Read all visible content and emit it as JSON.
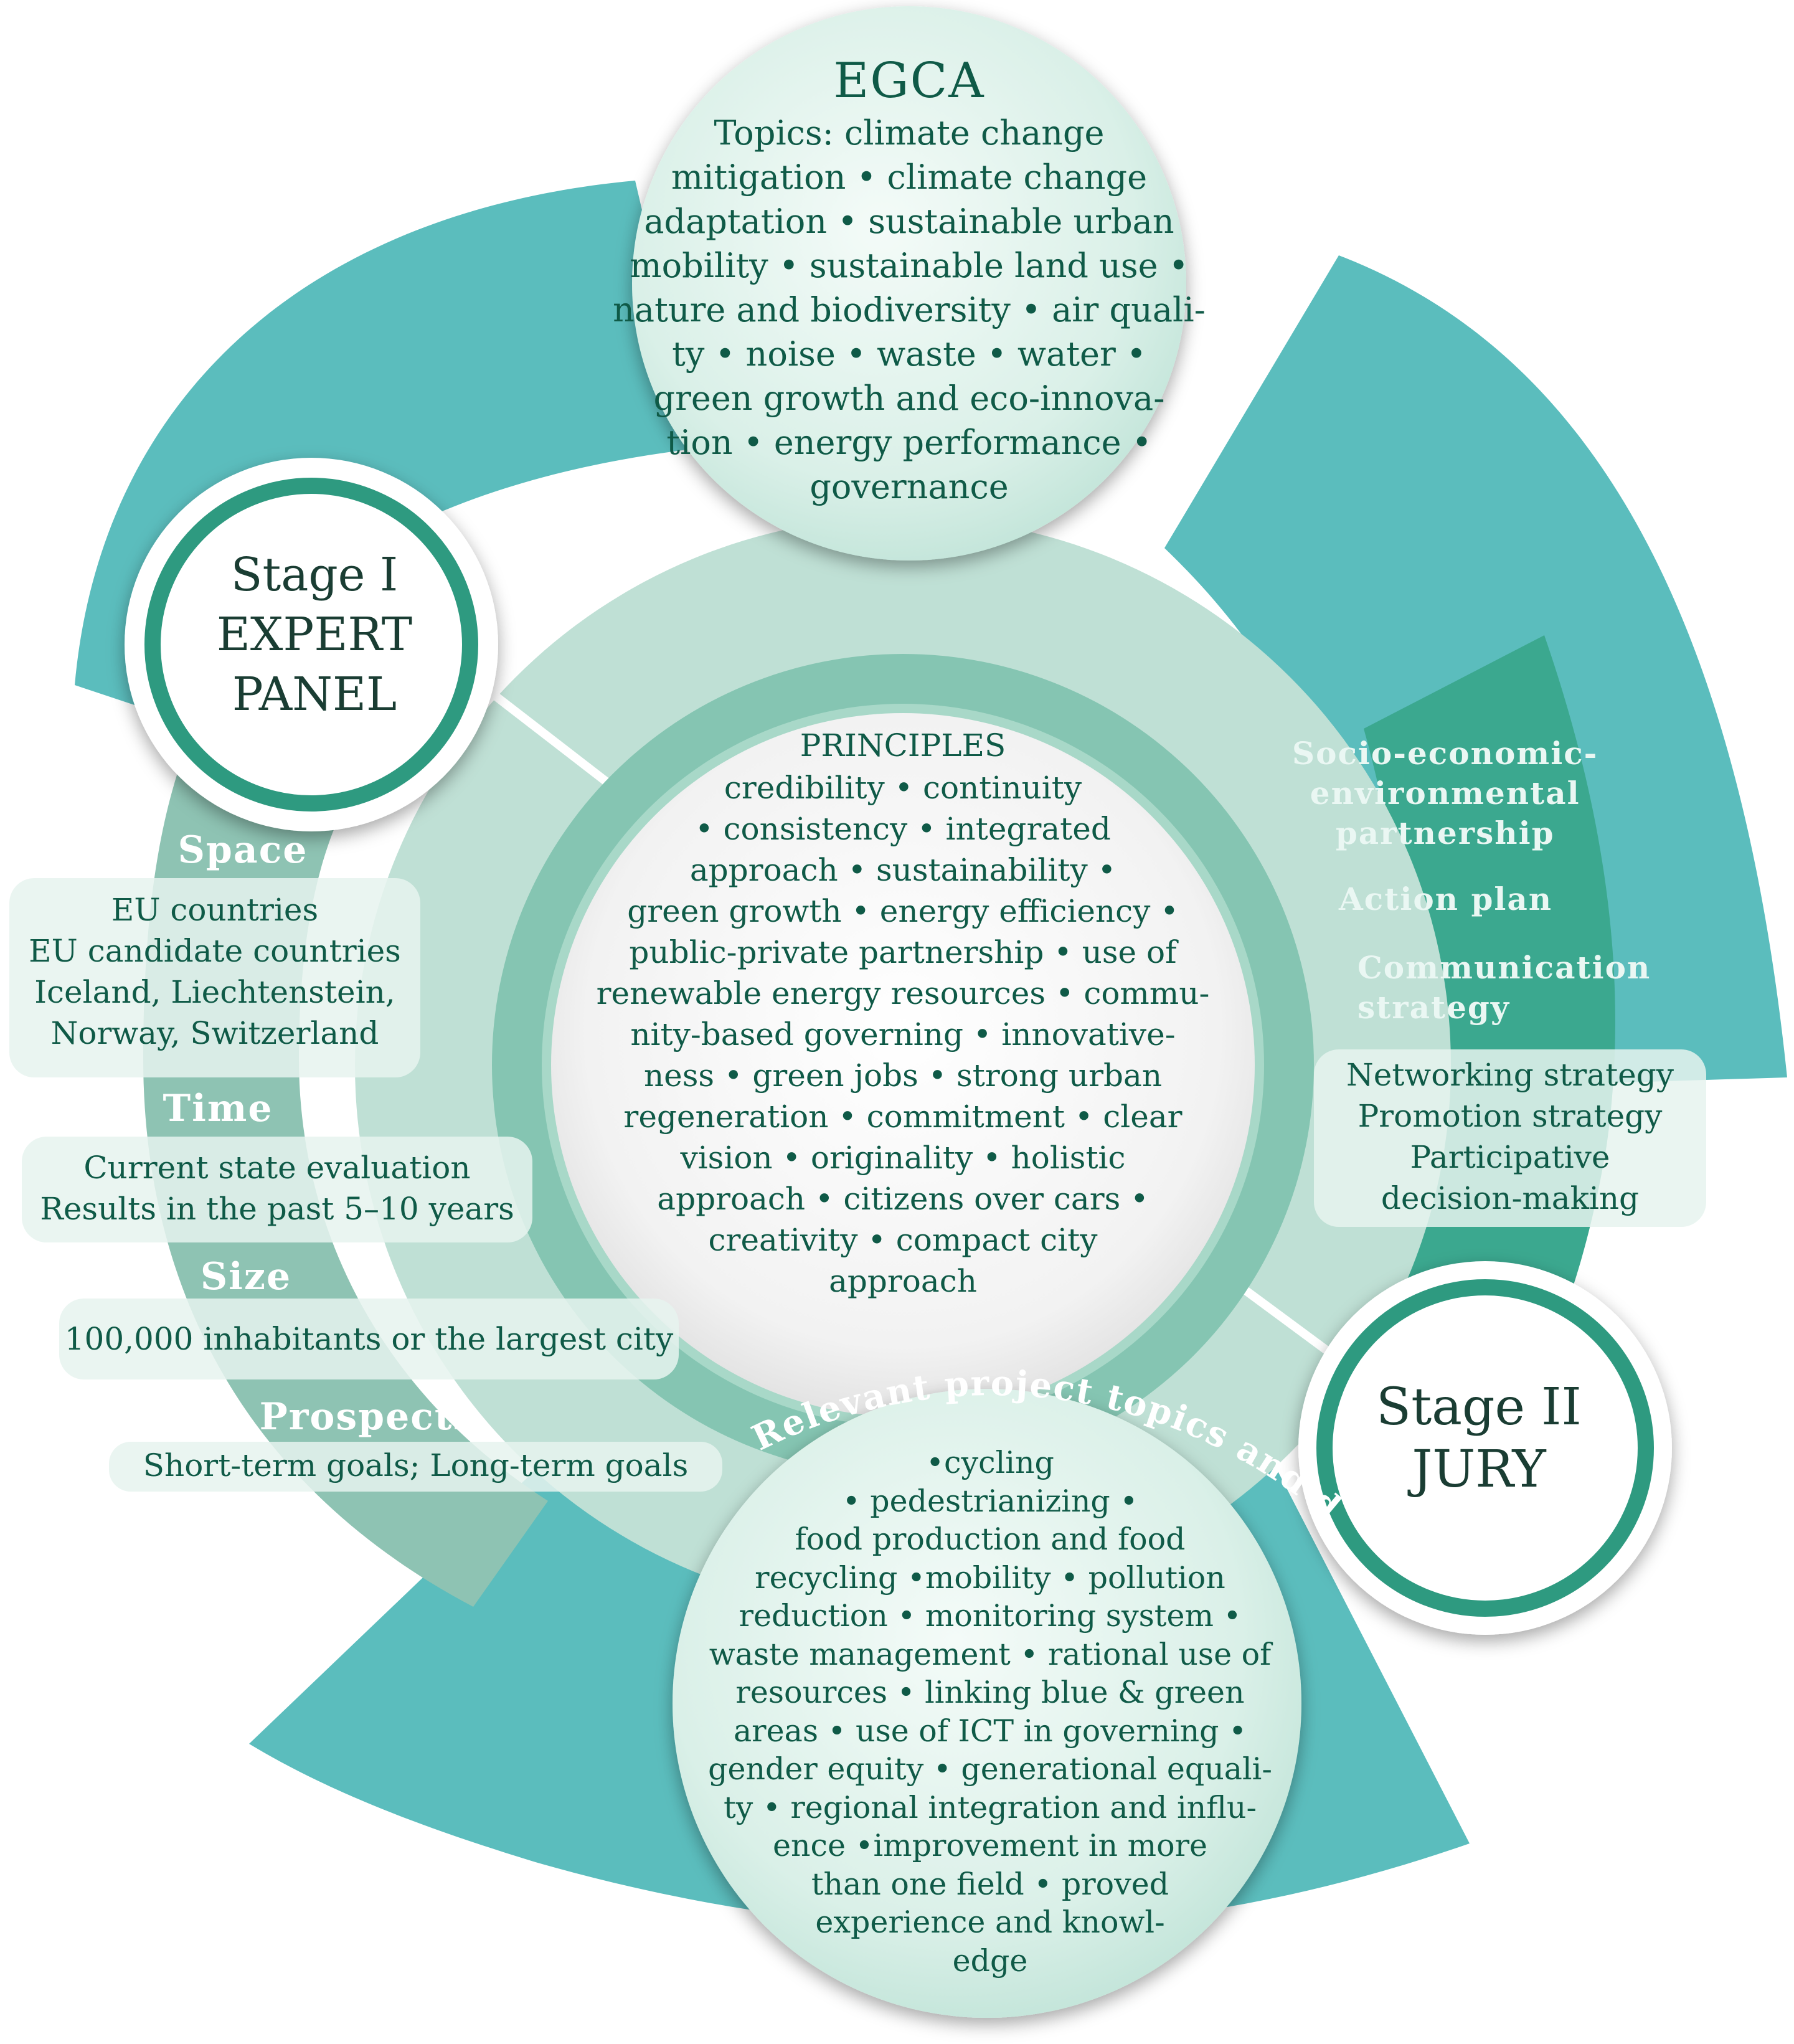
{
  "egca": {
    "title": "EGCA",
    "lines": [
      "Topics: climate change",
      "mitigation • climate change",
      "adaptation • sustainable urban",
      "mobility • sustainable land use •",
      "nature and biodiversity • air quali-",
      "ty • noise • waste • water •",
      "green growth and eco-innova-",
      "tion • energy performance •",
      "governance"
    ]
  },
  "stage1": {
    "lines": [
      "Stage I",
      "EXPERT",
      "PANEL"
    ]
  },
  "stage2": {
    "lines": [
      "Stage II",
      "JURY"
    ]
  },
  "principles": {
    "title": "PRINCIPLES",
    "lines": [
      "credibility • continuity",
      "• consistency • integrated",
      "approach • sustainability •",
      "green growth • energy efficiency •",
      "public-private partnership • use of",
      "renewable energy resources • commu-",
      "nity-based governing • innovative-",
      "ness • green jobs • strong urban",
      "regeneration • commitment • clear",
      "vision • originality • holistic",
      "approach • citizens over cars •",
      "creativity • compact city",
      "approach"
    ]
  },
  "criteria": {
    "space": {
      "heading": "Space",
      "lines": [
        "EU countries",
        "EU candidate countries",
        "Iceland, Liechtenstein,",
        "Norway, Switzerland"
      ]
    },
    "time": {
      "heading": "Time",
      "lines": [
        "Current state evaluation",
        "Results in the past 5–10 years"
      ]
    },
    "size": {
      "heading": "Size",
      "lines": [
        "100,000 inhabitants or the largest city"
      ]
    },
    "prospects": {
      "heading": "Prospects",
      "lines": [
        "Short-term goals; Long-term goals"
      ]
    }
  },
  "stage2_items": {
    "socio": [
      "Socio-economic-",
      "environmental",
      "partnership"
    ],
    "action_plan": "Action plan",
    "communication": [
      "Communication",
      "strategy"
    ],
    "box_lines": [
      "Networking strategy",
      "Promotion strategy",
      "Participative",
      "decision-making"
    ]
  },
  "project": {
    "arc_label": "Relevant project topics and dimensions",
    "lines": [
      "•cycling",
      "• pedestrianizing •",
      "food production and food",
      "recycling •mobility • pollution",
      "reduction • monitoring system •",
      "waste management • rational use of",
      "resources • linking blue & green",
      "areas • use of ICT in governing •",
      "gender equity • generational equali-",
      "ty • regional integration and influ-",
      "ence •improvement in more",
      "than one field • proved",
      "experience and knowl-",
      "edge"
    ]
  },
  "colors": {
    "teal": "#5bbdbd",
    "dark_teal": "#2e9a80",
    "ring_light": "#bfe0d5",
    "ring_mid": "#85c5b2",
    "left_band": "#8ec3b3",
    "text": "#0f5a47"
  }
}
